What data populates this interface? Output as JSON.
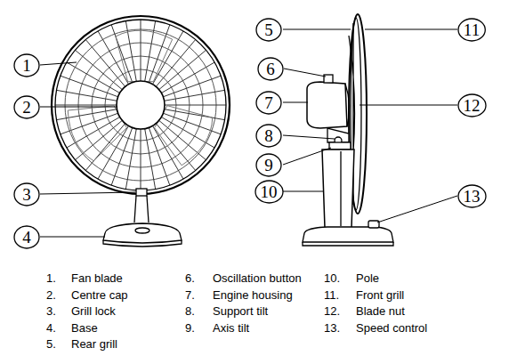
{
  "diagram": {
    "nodes": [
      {
        "text": [
          "1"
        ]
      },
      {
        "text": [
          "2"
        ]
      },
      {
        "text": [
          "3"
        ]
      },
      {
        "text": [
          "4"
        ]
      },
      {
        "text": [
          "5"
        ]
      },
      {
        "text": [
          "6"
        ]
      },
      {
        "text": [
          "7"
        ]
      },
      {
        "text": [
          "8"
        ]
      },
      {
        "text": [
          "9"
        ]
      },
      {
        "text": [
          "10"
        ]
      },
      {
        "text": [
          "11"
        ]
      },
      {
        "text": [
          "12"
        ]
      },
      {
        "text": [
          "13"
        ]
      }
    ],
    "labels": [
      "1.",
      "Fan blade",
      "2.",
      "Centre cap",
      "3.",
      "Grill lock",
      "4.",
      "Base",
      "5.",
      "Rear grill",
      "6.",
      "Oscillation button",
      "7.",
      "Engine housing",
      "8.",
      "Support tilt",
      "9.",
      "Axis tilt",
      "10.",
      "Pole",
      "11.",
      "Front grill",
      "12.",
      "Blade nut",
      "13.",
      "Speed control"
    ]
  }
}
